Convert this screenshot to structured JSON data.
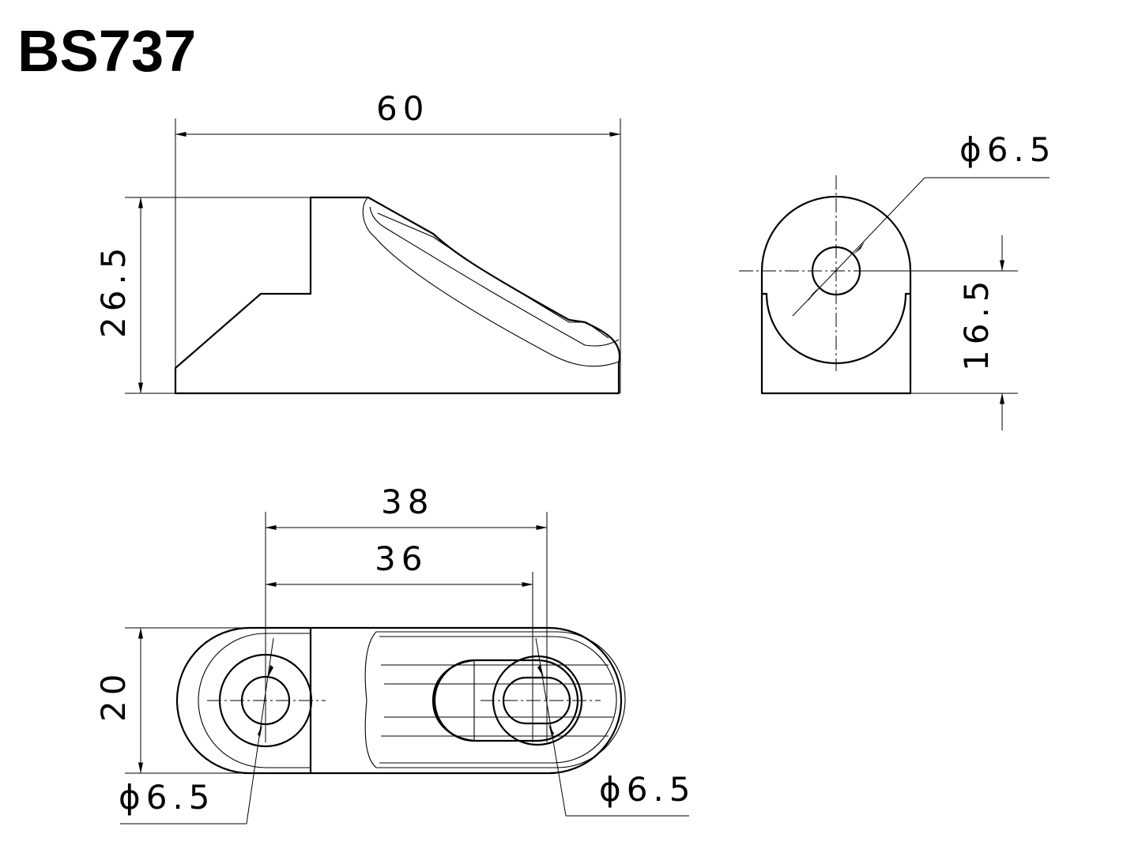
{
  "title": "BS737",
  "dimensions": {
    "length": "60",
    "height": "26.5",
    "hole_diameter_side": "ϕ6.5",
    "hole_height": "16.5",
    "hole_spacing_outer": "38",
    "hole_spacing_inner": "36",
    "width": "20",
    "hole_diameter_left": "ϕ6.5",
    "hole_diameter_right": "ϕ6.5"
  },
  "colors": {
    "line": "#000000",
    "background": "#ffffff"
  }
}
